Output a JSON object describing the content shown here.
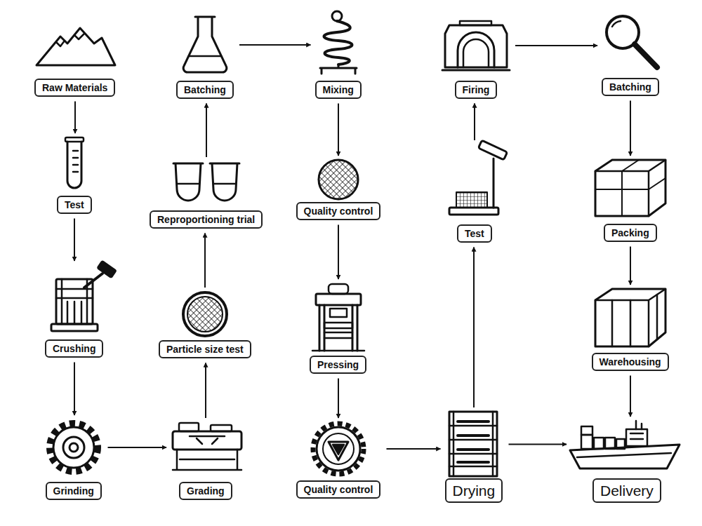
{
  "diagram": {
    "nodes": [
      {
        "text": [
          "Raw Materials"
        ]
      },
      {
        "text": [
          "Test"
        ]
      },
      {
        "text": [
          "Crushing"
        ]
      },
      {
        "text": [
          "Grinding"
        ]
      },
      {
        "text": [
          "Grading"
        ]
      },
      {
        "text": [
          "Particle size test"
        ]
      },
      {
        "text": [
          "Reproportioning trial"
        ]
      },
      {
        "text": [
          "Batching"
        ]
      },
      {
        "text": [
          "Mixing"
        ]
      },
      {
        "text": [
          "Quality control"
        ]
      },
      {
        "text": [
          "Pressing"
        ]
      },
      {
        "text": [
          "Quality control"
        ]
      },
      {
        "text": [
          "Drying"
        ]
      },
      {
        "text": [
          "Test"
        ]
      },
      {
        "text": [
          "Firing"
        ]
      },
      {
        "text": [
          "Batching"
        ]
      },
      {
        "text": [
          "Packing"
        ]
      },
      {
        "text": [
          "Warehousing"
        ]
      },
      {
        "text": [
          "Delivery"
        ]
      }
    ],
    "edges": [
      {
        "from": 0,
        "to": 1,
        "arrow": "to"
      },
      {
        "from": 1,
        "to": 2,
        "arrow": "to"
      },
      {
        "from": 2,
        "to": 3,
        "arrow": "to"
      },
      {
        "from": 3,
        "to": 4,
        "arrow": "to"
      },
      {
        "from": 4,
        "to": 5,
        "arrow": "to"
      },
      {
        "from": 5,
        "to": 6,
        "arrow": "to"
      },
      {
        "from": 6,
        "to": 7,
        "arrow": "to"
      },
      {
        "from": 7,
        "to": 8,
        "arrow": "to"
      },
      {
        "from": 8,
        "to": 9,
        "arrow": "to"
      },
      {
        "from": 9,
        "to": 10,
        "arrow": "to"
      },
      {
        "from": 10,
        "to": 11,
        "arrow": "to"
      },
      {
        "from": 11,
        "to": 12,
        "arrow": "to"
      },
      {
        "from": 12,
        "to": 13,
        "arrow": "to"
      },
      {
        "from": 13,
        "to": 14,
        "arrow": "to"
      },
      {
        "from": 14,
        "to": 15,
        "arrow": "to"
      },
      {
        "from": 15,
        "to": 16,
        "arrow": "to"
      },
      {
        "from": 16,
        "to": 17,
        "arrow": "to"
      },
      {
        "from": 17,
        "to": 18,
        "arrow": "to"
      },
      {
        "from": 12,
        "to": 18,
        "arrow": "to"
      }
    ]
  }
}
